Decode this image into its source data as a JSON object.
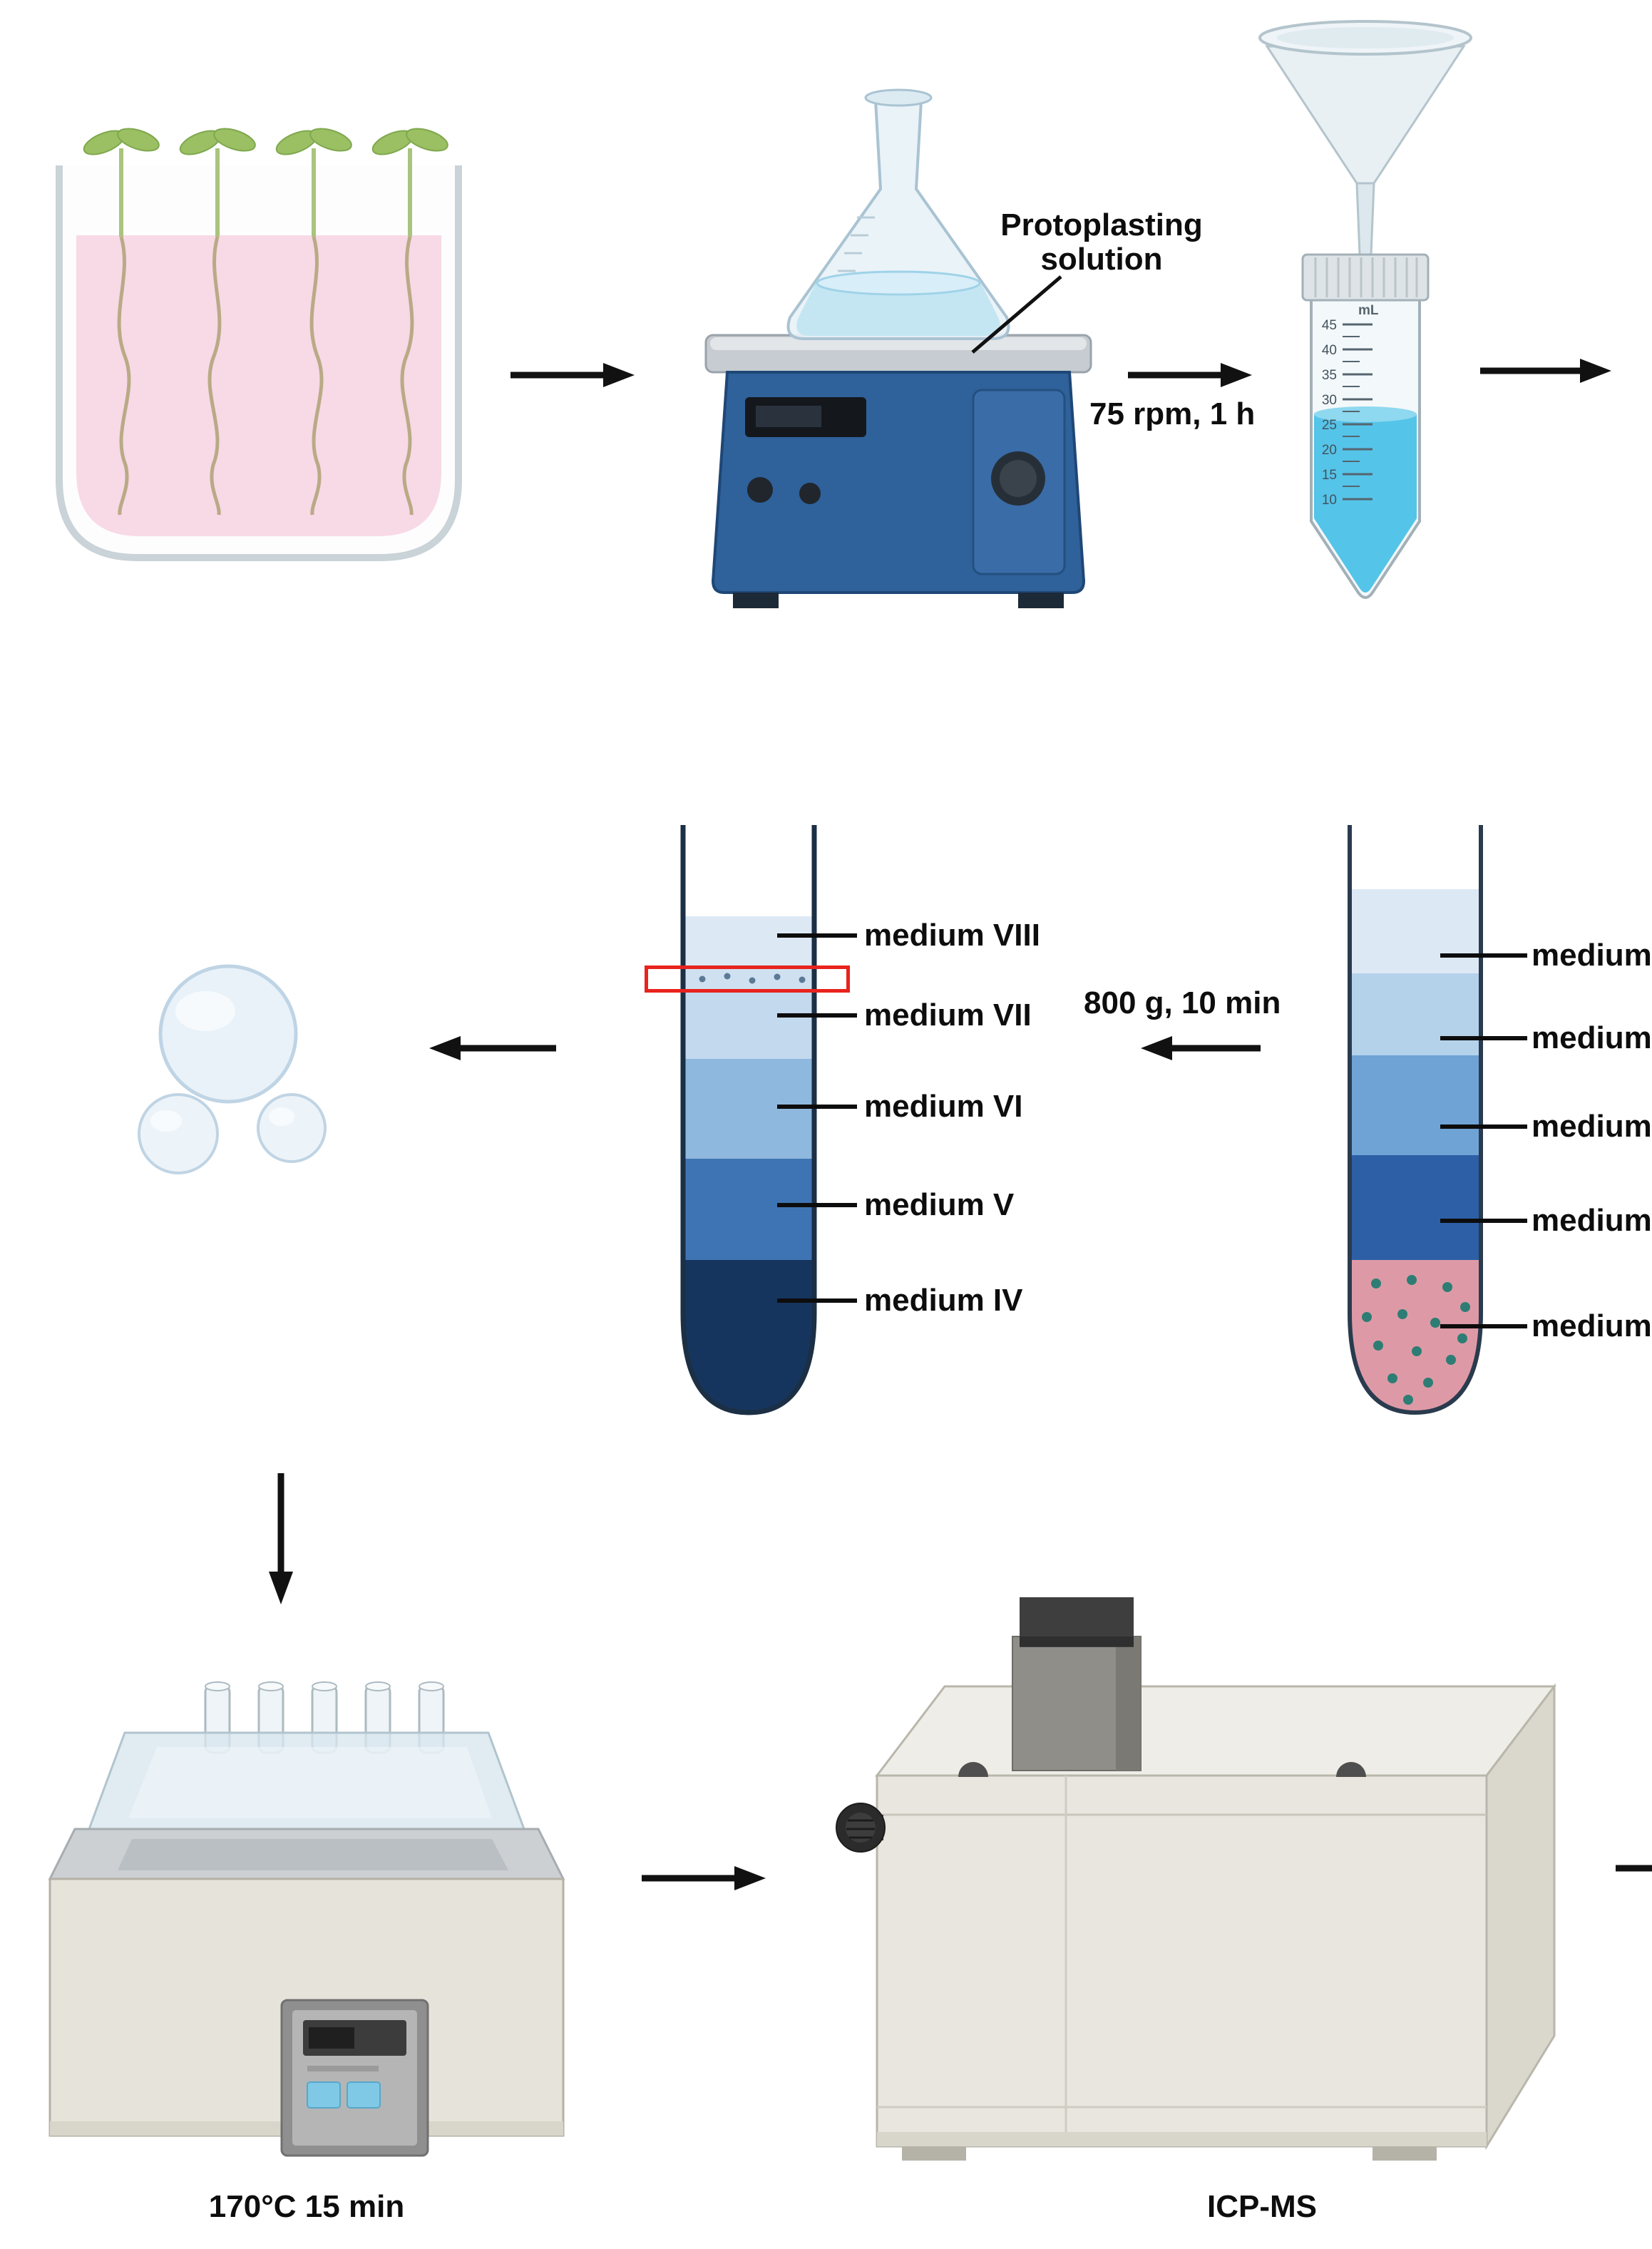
{
  "flask_annotation": "Protoplasting solution",
  "shake_condition": "75 rpm, 1 h",
  "centrifuge_condition": "800 g, 10 min",
  "bath_condition": "170°C 15 min",
  "instrument_label": "ICP-MS",
  "falcon_tube": {
    "unit": "mL",
    "graduations": [
      "45",
      "40",
      "35",
      "30",
      "25",
      "20",
      "15",
      "10"
    ]
  },
  "center_tube": {
    "labels": [
      "medium VIII",
      "medium VII",
      "medium VI",
      "medium V",
      "medium IV"
    ]
  },
  "right_tube": {
    "labels": [
      "medium",
      "medium",
      "medium",
      "medium",
      "medium"
    ]
  },
  "colors": {
    "growth_medium_pink": "#f8d9e6",
    "seedling_green": "#9bbf63",
    "flask_liquid_blue": "#c4e6f3",
    "shaker_body_blue": "#2f619b",
    "tube_liquid_blue": "#55c4e9",
    "layer_viii": "#dce9f5",
    "layer_vii": "#c3d9ee",
    "layer_vi": "#8fb8de",
    "layer_v": "#3f74b4",
    "layer_iv": "#16355e",
    "right_layer_1": "#dce9f5",
    "right_layer_2": "#b5d2eb",
    "right_layer_3": "#6fa3d6",
    "right_layer_4": "#2d5fa6",
    "cell_layer_pink": "#dd9aa6",
    "protoplast_teal": "#2e7d74",
    "highlight_red": "#e8231d",
    "cell_fill": "#e9f2f9",
    "arrow_black": "#111111"
  }
}
